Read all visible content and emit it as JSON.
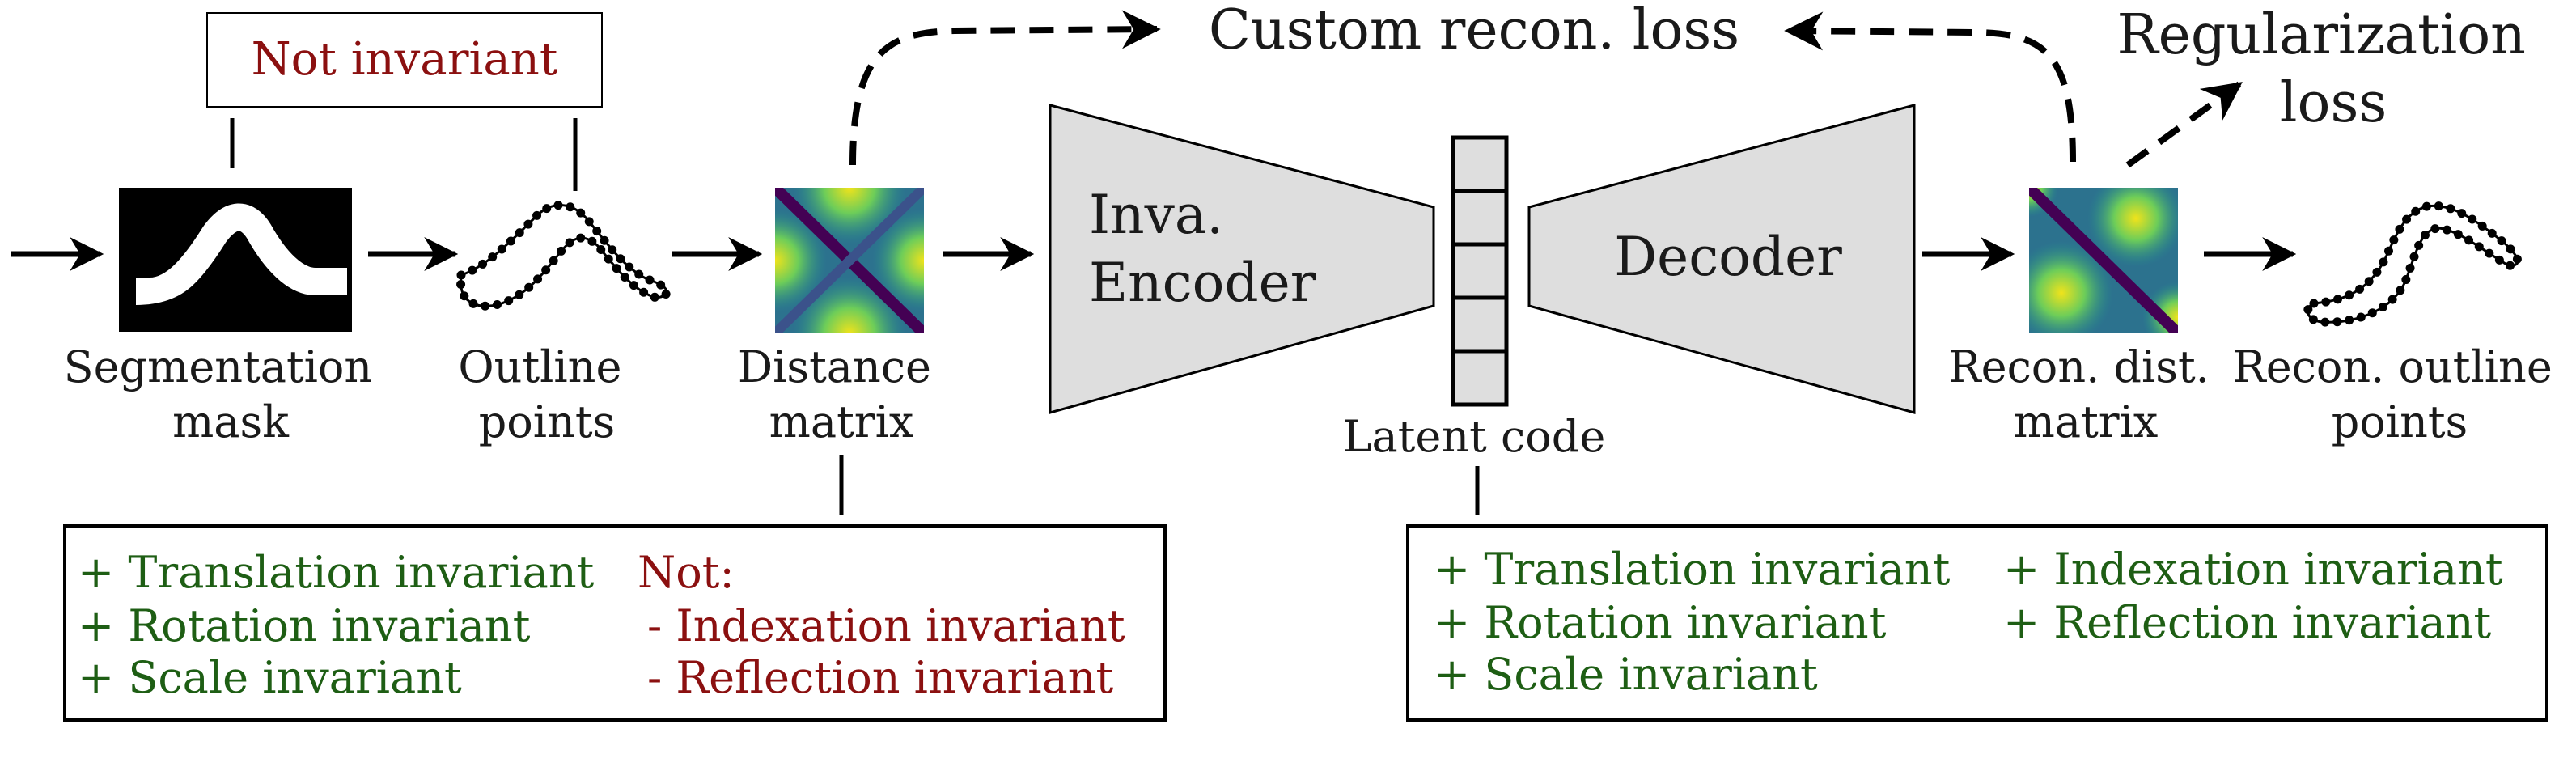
{
  "colors": {
    "green": "#1e5e14",
    "red": "#8b1010",
    "block_fill": "#dedede",
    "stroke": "#000000"
  },
  "callouts": {
    "top": "Not invariant"
  },
  "stages": {
    "segmentation": [
      "Segmentation",
      "mask"
    ],
    "outline": [
      "Outline",
      "points"
    ],
    "distance": [
      "Distance",
      "matrix"
    ],
    "encoder": [
      "Inva.",
      "Encoder"
    ],
    "latent": "Latent code",
    "decoder": "Decoder",
    "recon_dist": [
      "Recon. dist.",
      "matrix"
    ],
    "recon_outline": [
      "Recon. outline",
      "points"
    ]
  },
  "losses": {
    "custom": "Custom recon. loss",
    "regularization": [
      "Regularization",
      "loss"
    ]
  },
  "left_box": {
    "left_items": [
      "+ Translation invariant",
      "+ Rotation invariant",
      "+ Scale invariant"
    ],
    "not_label": "Not:",
    "not_items": [
      "- Indexation invariant",
      "- Reflection invariant"
    ]
  },
  "right_box": {
    "col1": [
      "+ Translation invariant",
      "+ Rotation invariant",
      "+ Scale invariant"
    ],
    "col2": [
      "+ Indexation invariant",
      "+ Reflection invariant"
    ]
  }
}
